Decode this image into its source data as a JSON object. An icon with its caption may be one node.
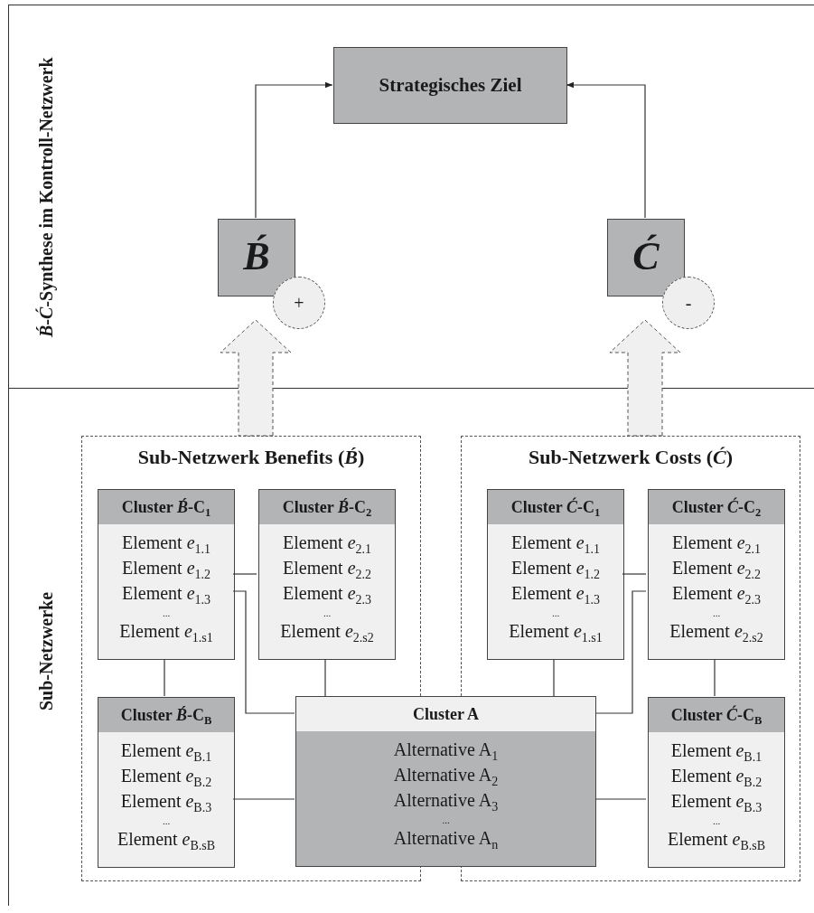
{
  "diagram": {
    "nodes": [
      {
        "text": [
          "*B́*-*Ć*-Synthese im Kontroll-Netzwerk"
        ]
      },
      {
        "text": [
          "Strategisches Ziel"
        ],
        "in": 0
      },
      {
        "text": [
          "B́"
        ],
        "in": 0
      },
      {
        "text": [
          "+"
        ],
        "in": 0
      },
      {
        "text": [
          "Ć"
        ],
        "in": 0
      },
      {
        "text": [
          "-"
        ],
        "in": 0
      },
      {
        "text": [
          "Sub-Netzwerke"
        ]
      },
      {
        "text": [
          "Sub-Netzwerk Benefits (*B́*)"
        ],
        "in": 6
      },
      {
        "text": [
          "Cluster *B́*-C$_{1}$",
          "Element *e*$_{1.1}$",
          "Element *e*$_{1.2}$",
          "Element *e*$_{1.3}$",
          "...",
          "Element *e*$_{1.s1}$"
        ],
        "in": 7
      },
      {
        "text": [
          "Cluster *B́*-C$_{2}$",
          "Element *e*$_{2.1}$",
          "Element *e*$_{2.2}$",
          "Element *e*$_{2.3}$",
          "...",
          "Element *e*$_{2.s2}$"
        ],
        "in": 7
      },
      {
        "text": [
          "Cluster *B́*-C$_{B}$",
          "Element *e*$_{B.1}$",
          "Element *e*$_{B.2}$",
          "Element *e*$_{B.3}$",
          "...",
          "Element *e*$_{B.sB}$"
        ],
        "in": 7
      },
      {
        "text": [
          "Sub-Netzwerk Costs (*Ć*)"
        ],
        "in": 6
      },
      {
        "text": [
          "Cluster *Ć*-C$_{1}$",
          "Element *e*$_{1.1}$",
          "Element *e*$_{1.2}$",
          "Element *e*$_{1.3}$",
          "...",
          "Element *e*$_{1.s1}$"
        ],
        "in": 11
      },
      {
        "text": [
          "Cluster *Ć*-C$_{2}$",
          "Element *e*$_{2.1}$",
          "Element *e*$_{2.2}$",
          "Element *e*$_{2.3}$",
          "...",
          "Element *e*$_{2.s2}$"
        ],
        "in": 11
      },
      {
        "text": [
          "Cluster *Ć*-C$_{B}$",
          "Element *e*$_{B.1}$",
          "Element *e*$_{B.2}$",
          "Element *e*$_{B.3}$",
          "...",
          "Element *e*$_{B.sB}$"
        ],
        "in": 11
      },
      {
        "text": [
          "Cluster A",
          "Alternative A$_{1}$",
          "Alternative A$_{2}$",
          "Alternative A$_{3}$",
          "...",
          "Alternative A$_{n}$"
        ],
        "in": 6
      }
    ],
    "edges": [
      {
        "from": 2,
        "to": 1,
        "arrow": "to"
      },
      {
        "from": 4,
        "to": 1,
        "arrow": "to"
      },
      {
        "from": 7,
        "to": 2,
        "arrow": "to",
        "style": "thick"
      },
      {
        "from": 11,
        "to": 4,
        "arrow": "to",
        "style": "thick"
      },
      {
        "from": 8,
        "to": 9,
        "arrow": "none"
      },
      {
        "from": 8,
        "to": 10,
        "arrow": "none"
      },
      {
        "from": 8,
        "to": 15,
        "arrow": "none"
      },
      {
        "from": 9,
        "to": 15,
        "arrow": "none"
      },
      {
        "from": 10,
        "to": 15,
        "arrow": "none"
      },
      {
        "from": 12,
        "to": 13,
        "arrow": "none"
      },
      {
        "from": 12,
        "to": 15,
        "arrow": "none"
      },
      {
        "from": 13,
        "to": 14,
        "arrow": "none"
      },
      {
        "from": 13,
        "to": 15,
        "arrow": "none"
      },
      {
        "from": 14,
        "to": 15,
        "arrow": "none"
      }
    ]
  }
}
